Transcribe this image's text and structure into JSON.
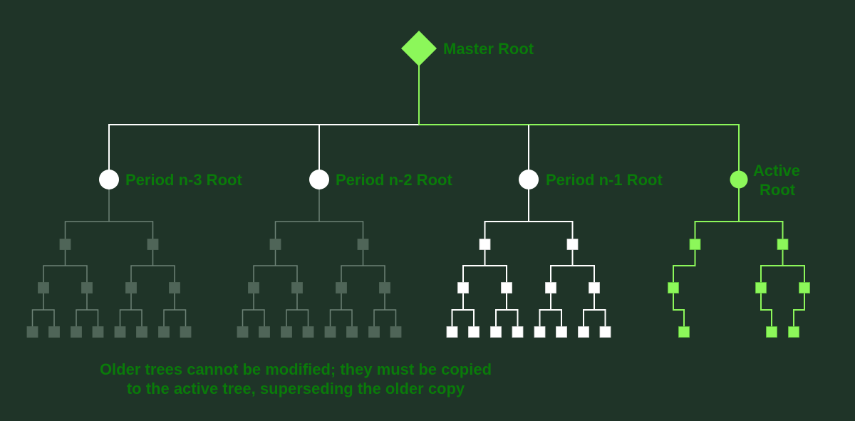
{
  "master_root": {
    "label": "Master Root",
    "color": "#8cf75a"
  },
  "colors": {
    "background": "#1f3428",
    "label_text": "#0a7a0a",
    "old_tree": "#4f6558",
    "old_tree_line": "#6d8276",
    "recent_tree": "#ffffff",
    "active_tree": "#8cf75a"
  },
  "trees": [
    {
      "label_lines": [
        "Period n-3 Root"
      ],
      "style": "faded",
      "pruned": false
    },
    {
      "label_lines": [
        "Period n-2 Root"
      ],
      "style": "faded",
      "pruned": false
    },
    {
      "label_lines": [
        "Period n-1 Root"
      ],
      "style": "white",
      "pruned": false
    },
    {
      "label_lines": [
        "Active",
        "Root"
      ],
      "style": "active",
      "pruned": true
    }
  ],
  "caption": {
    "line1": "Older trees cannot be modified; they must be copied",
    "line2": "to the active tree, superseding the older copy"
  }
}
